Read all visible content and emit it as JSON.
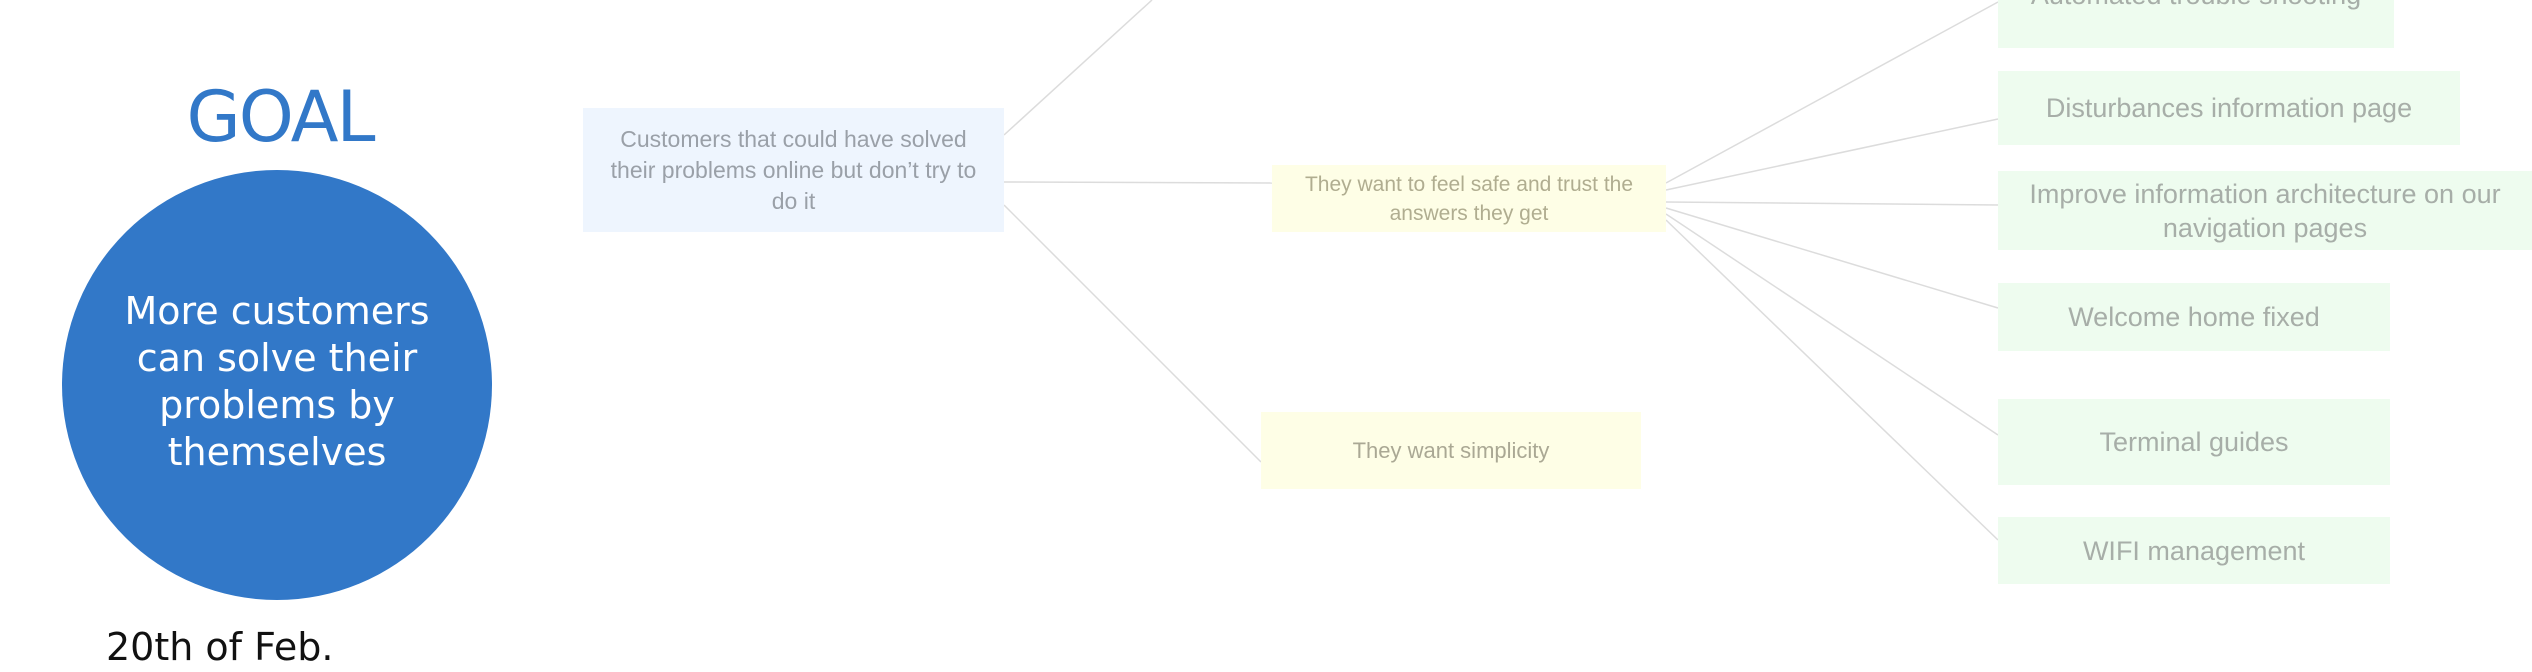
{
  "goal": {
    "title": "GOAL",
    "statement": "More customers can solve their problems by themselves",
    "date": "20th of Feb."
  },
  "nodes": {
    "customers": "Customers that could have solved their problems online but don’t try to do it",
    "safe_trust": "They want to feel safe and trust the answers they get",
    "simplicity": "They want simplicity"
  },
  "solutions": [
    "Automated trouble shooting",
    "Disturbances information page",
    "Improve information architecture on our navigation pages",
    "Welcome home fixed",
    "Terminal guides",
    "WIFI management"
  ],
  "colors": {
    "goal_blue": "#3278c8",
    "customer_node": "#eef5fe",
    "need_node": "#fefee6",
    "solution_node": "#eefcef",
    "connector": "#dcdcdc"
  }
}
